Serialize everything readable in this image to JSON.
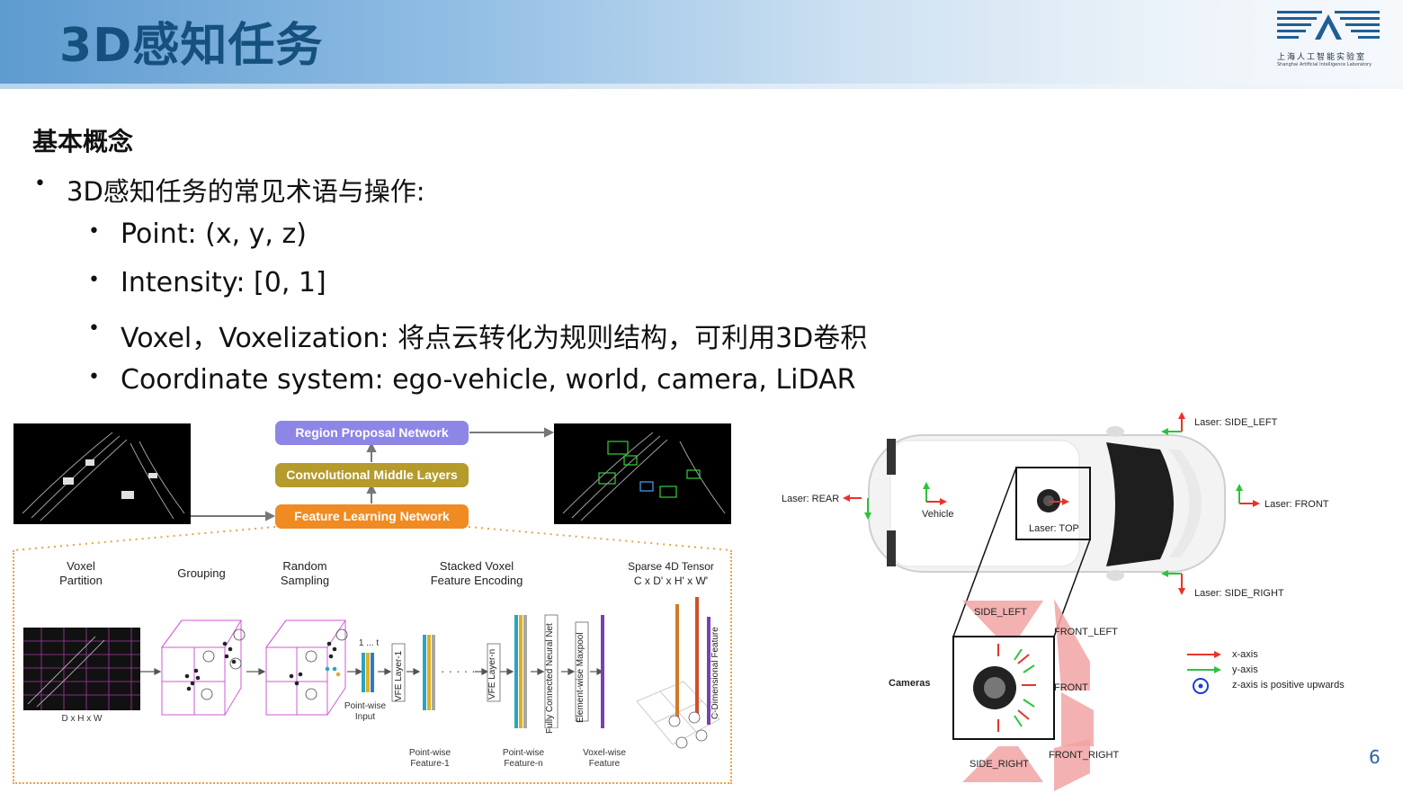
{
  "header": {
    "title": "3D感知任务",
    "logo_cn": "上海人工智能实验室",
    "logo_en": "Shanghai Artificial Intelligence Laboratory"
  },
  "content": {
    "subheading": "基本概念",
    "bullets": [
      "3D感知任务的常见术语与操作:",
      "Point: (x, y, z)",
      "Intensity: [0, 1]",
      "Voxel，Voxelization: 将点云转化为规则结构，可利用3D卷积",
      "Coordinate system: ego-vehicle, world, camera, LiDAR"
    ]
  },
  "voxelnet": {
    "rpn": "Region Proposal Network",
    "cml": "Convolutional Middle Layers",
    "fln": "Feature Learning Network",
    "steps": {
      "voxel_partition": "Voxel\nPartition",
      "grouping": "Grouping",
      "random_sampling": "Random\nSampling",
      "stacked_vfe": "Stacked Voxel\nFeature Encoding",
      "sparse_tensor": "Sparse 4D Tensor\nC x D' x H' x W'"
    },
    "dims": "D x H x W",
    "pointwise_input": "Point-wise\nInput",
    "pointwise_f1": "Point-wise\nFeature-1",
    "pointwise_fn": "Point-wise\nFeature-n",
    "voxelwise": "Voxel-wise\nFeature",
    "vfe1": "VFE Layer-1",
    "vfen": "VFE Layer-n",
    "fcnn": "Fully Connected Neural Net",
    "maxpool": "Element-wise Maxpool",
    "cdim": "C-Dimensional Feature",
    "t_label": "1 ... t"
  },
  "car": {
    "laser_side_left": "Laser: SIDE_LEFT",
    "laser_rear": "Laser: REAR",
    "laser_front": "Laser: FRONT",
    "laser_top": "Laser: TOP",
    "laser_side_right": "Laser: SIDE_RIGHT",
    "vehicle": "Vehicle",
    "cameras": "Cameras",
    "cam_side_left": "SIDE_LEFT",
    "cam_front_left": "FRONT_LEFT",
    "cam_front": "FRONT",
    "cam_front_right": "FRONT_RIGHT",
    "cam_side_right": "SIDE_RIGHT",
    "legend_x": "x-axis",
    "legend_y": "y-axis",
    "legend_z": "z-axis is positive upwards",
    "color_x": "#e8332a",
    "color_y": "#2cc33c",
    "color_z": "#1b3bd6"
  },
  "page_number": "6"
}
